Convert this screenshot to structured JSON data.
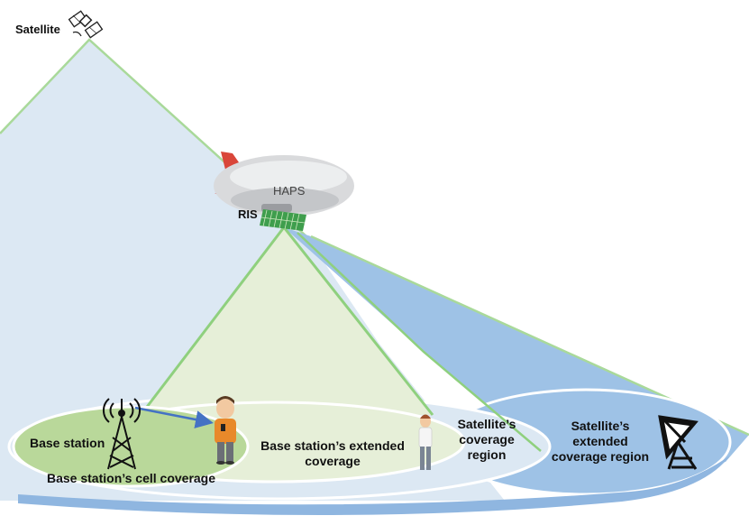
{
  "labels": {
    "satellite": "Satellite",
    "haps": "HAPS",
    "ris": "RIS",
    "base_station": "Base station",
    "bs_cell_coverage": "Base station’s cell coverage",
    "bs_extended_line1": "Base station’s extended",
    "bs_extended_line2": "coverage",
    "sat_coverage_line1": "Satellite’s",
    "sat_coverage_line2": "coverage",
    "sat_coverage_line3": "region",
    "sat_ext_line1": "Satellite’s",
    "sat_ext_line2": "extended",
    "sat_ext_line3": "coverage region"
  },
  "colors": {
    "satellite_cone": "#dce8f3",
    "satellite_cone_edge": "#a9d99a",
    "ris_cone": "#e6efd8",
    "ris_cone_edge": "#8fd07e",
    "extended_beam": "#9ec2e6",
    "ground_shadow": "#8fb6e0",
    "bs_cell": "#b9d89a",
    "link_arrow": "#4472c4"
  },
  "icons": [
    "satellite-icon",
    "airship-icon",
    "ris-panel-icon",
    "cell-tower-icon",
    "person-phone-icon",
    "person-standing-icon",
    "satellite-dish-icon"
  ]
}
